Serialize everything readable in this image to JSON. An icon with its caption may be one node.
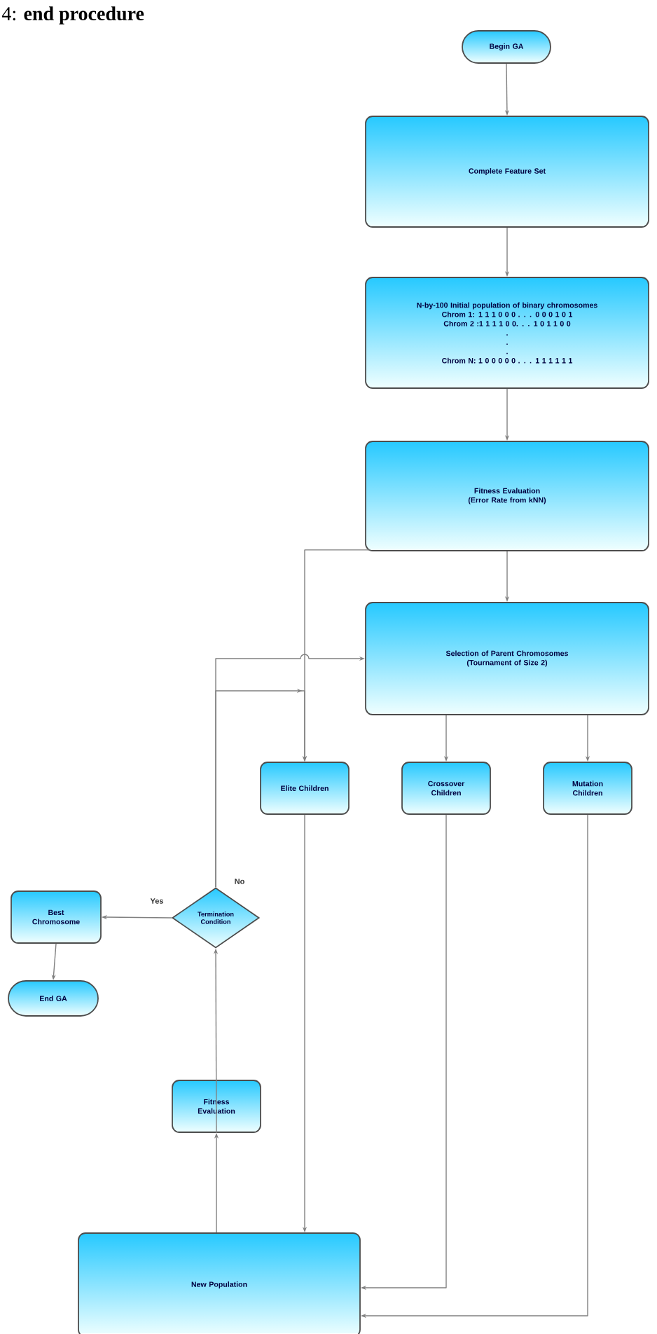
{
  "diagram": {
    "title": "4: **end procedure**",
    "nodes": [
      {
        "text": [
          "Begin GA"
        ]
      },
      {
        "text": [
          "Complete Feature Set"
        ]
      },
      {
        "text": [
          "N-by-100 Initial population of binary chromosomes",
          "Chrom 1: 1 1 1 0 0 0 . . . 0 0 0 1 0 1",
          "Chrom  2 :1 1 1 1 0 0. . . 1 0 1 1 0 0",
          ".",
          ".",
          ".",
          "Chrom N: 1 0 0 0 0 0 . . . 1 1 1 1 1 1"
        ]
      },
      {
        "text": [
          "Fitness Evaluation",
          "(Error Rate from kNN)"
        ]
      },
      {
        "text": [
          "Selection of Parent Chromosomes",
          "(Tournament of Size 2)"
        ]
      },
      {
        "text": [
          "Elite Children"
        ]
      },
      {
        "text": [
          "Crossover Children"
        ]
      },
      {
        "text": [
          "Mutation Children"
        ]
      },
      {
        "text": [
          "Termination Condition"
        ]
      },
      {
        "text": [
          "Best Chromosome"
        ]
      },
      {
        "text": [
          "End GA"
        ]
      },
      {
        "text": [
          "Fitness Evaluation"
        ]
      },
      {
        "text": [
          "New Population"
        ]
      }
    ],
    "edges": [
      {
        "from": 0,
        "to": 1,
        "arrow": "to"
      },
      {
        "from": 1,
        "to": 2,
        "arrow": "to"
      },
      {
        "from": 2,
        "to": 3,
        "arrow": "to"
      },
      {
        "from": 3,
        "to": 4,
        "arrow": "to"
      },
      {
        "from": 3,
        "to": 5,
        "arrow": "to"
      },
      {
        "from": 4,
        "to": 6,
        "arrow": "to"
      },
      {
        "from": 4,
        "to": 7,
        "arrow": "to"
      },
      {
        "from": 5,
        "to": 12,
        "arrow": "to"
      },
      {
        "from": 6,
        "to": 12,
        "arrow": "to"
      },
      {
        "from": 7,
        "to": 12,
        "arrow": "to"
      },
      {
        "from": 12,
        "to": 11,
        "arrow": "to"
      },
      {
        "from": 11,
        "to": 8,
        "arrow": "to"
      },
      {
        "from": 8,
        "to": 9,
        "arrow": "to",
        "label": "Yes"
      },
      {
        "from": 9,
        "to": 10,
        "arrow": "to"
      },
      {
        "from": 8,
        "to": 4,
        "arrow": "to",
        "label": "No"
      },
      {
        "from": 8,
        "to": 5,
        "arrow": "to"
      }
    ]
  }
}
